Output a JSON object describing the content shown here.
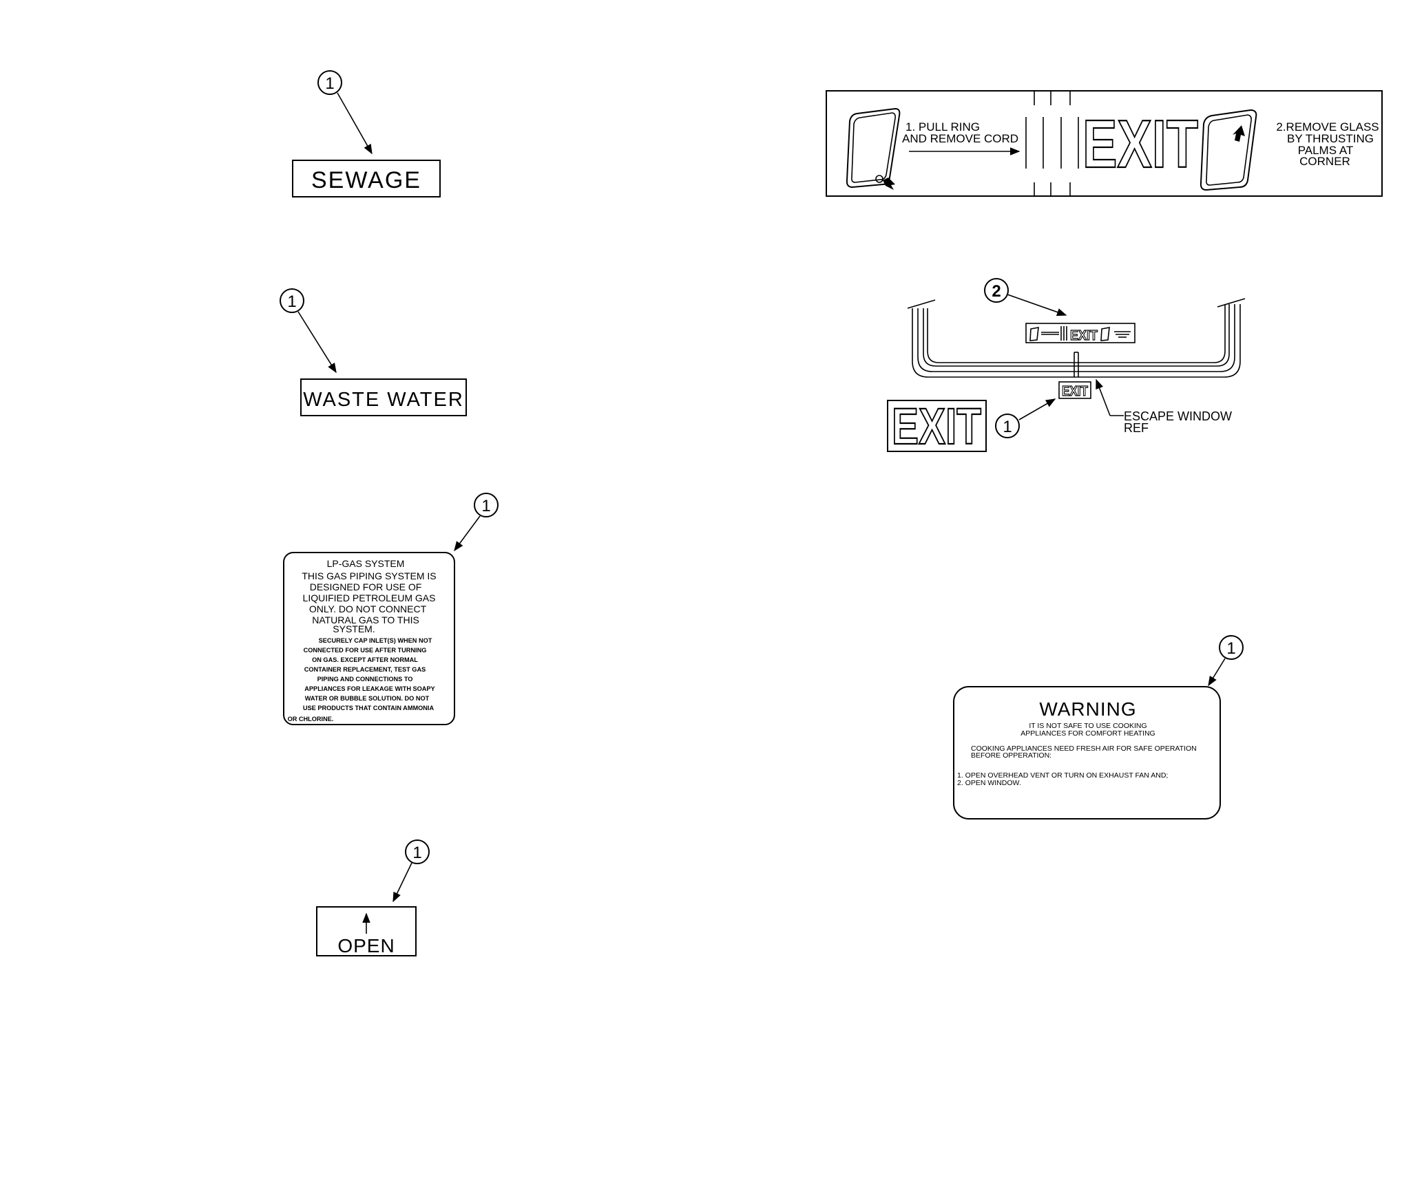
{
  "callouts": {
    "one": "1",
    "two": "2"
  },
  "decals": {
    "sewage": "SEWAGE",
    "waste_water": "WASTE WATER",
    "open": "OPEN",
    "lp_gas": {
      "title": "LP-GAS SYSTEM",
      "main_lines": [
        "THIS GAS PIPING SYSTEM IS",
        "DESIGNED FOR USE OF",
        "LIQUIFIED PETROLEUM GAS",
        "ONLY. DO NOT CONNECT",
        "NATURAL GAS TO THIS",
        "SYSTEM."
      ],
      "small_lines": [
        "SECURELY CAP INLET(S) WHEN NOT",
        "CONNECTED FOR USE AFTER TURNING",
        "ON GAS. EXCEPT AFTER NORMAL",
        "CONTAINER REPLACEMENT, TEST GAS",
        "PIPING AND CONNECTIONS TO",
        "APPLIANCES FOR LEAKAGE WITH SOAPY",
        "WATER OR BUBBLE SOLUTION. DO NOT",
        "USE PRODUCTS THAT CONTAIN AMMONIA",
        "OR CHLORINE."
      ]
    },
    "exit_strip": {
      "left_lines": [
        "1. PULL RING",
        "AND REMOVE CORD"
      ],
      "exit_word": "EXIT",
      "right_lines": [
        "2.REMOVE GLASS",
        "BY THRUSTING",
        "PALMS AT",
        "CORNER"
      ]
    },
    "exit_small": "EXIT",
    "exit_large": "EXIT",
    "window_labels": [
      "ESCAPE WINDOW",
      "REF"
    ],
    "warning": {
      "title": "WARNING",
      "line1": "IT IS NOT SAFE TO USE COOKING",
      "line2": "APPLIANCES FOR COMFORT HEATING",
      "line3": "COOKING APPLIANCES NEED FRESH AIR FOR SAFE OPERATION",
      "line4": "BEFORE OPPERATION:",
      "item1": "1. OPEN OVERHEAD VENT OR TURN ON EXHAUST FAN AND;",
      "item2": "2. OPEN WINDOW."
    }
  }
}
